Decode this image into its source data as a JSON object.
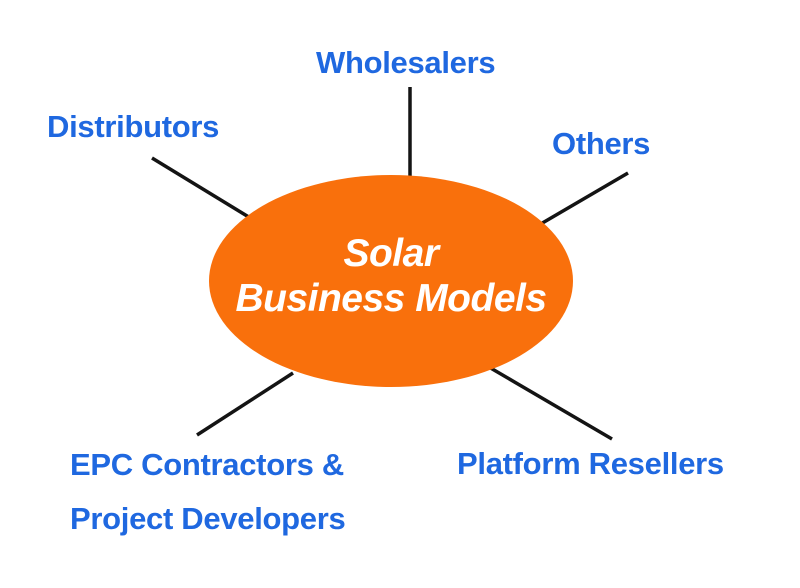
{
  "title": {
    "line1": "Solar",
    "line2": "Business Models"
  },
  "nodes": {
    "wholesalers": {
      "label": "Wholesalers"
    },
    "distributors": {
      "label": "Distributors"
    },
    "others": {
      "label": "Others"
    },
    "epc": {
      "label_line1": "EPC Contractors &",
      "label_line2": "Project Developers"
    },
    "platform_resellers": {
      "label": "Platform Resellers"
    }
  },
  "colors": {
    "bg": "#FFFFFF",
    "ellipse_fill": "#F9700C",
    "label_color": "#1F68E0",
    "line_color": "#141414",
    "title_color": "#FFFFFF"
  }
}
